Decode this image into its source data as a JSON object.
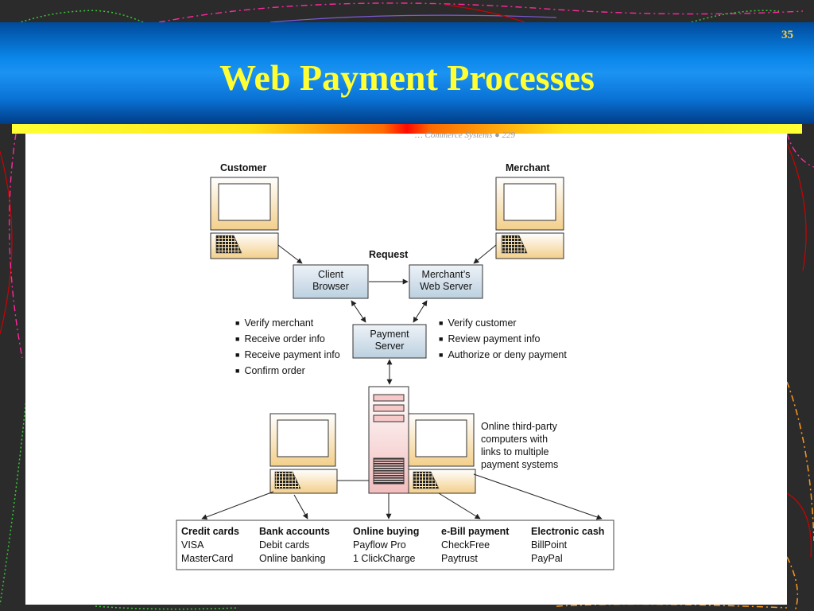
{
  "slide": {
    "number": "35",
    "title": "Web Payment Processes"
  },
  "diagram": {
    "scan_header_fragment": "… Commerce Systems ● 229",
    "customer_label": "Customer",
    "merchant_label": "Merchant",
    "request_label": "Request",
    "client_browser": [
      "Client",
      "Browser"
    ],
    "merchant_server": [
      "Merchant’s",
      "Web Server"
    ],
    "payment_server": [
      "Payment",
      "Server"
    ],
    "left_bullets": [
      "Verify merchant",
      "Receive order info",
      "Receive payment info",
      "Confirm order"
    ],
    "right_bullets": [
      "Verify customer",
      "Review payment info",
      "Authorize or deny payment"
    ],
    "third_party_note": [
      "Online third-party",
      "computers with",
      "links to multiple",
      "payment systems"
    ],
    "payment_systems": [
      {
        "heading": "Credit cards",
        "items": [
          "VISA",
          "MasterCard"
        ]
      },
      {
        "heading": "Bank accounts",
        "items": [
          "Debit cards",
          "Online banking"
        ]
      },
      {
        "heading": "Online buying",
        "items": [
          "Payflow Pro",
          "1 ClickCharge"
        ]
      },
      {
        "heading": "e-Bill payment",
        "items": [
          "CheckFree",
          "Paytrust"
        ]
      },
      {
        "heading": "Electronic cash",
        "items": [
          "BillPoint",
          "PayPal"
        ]
      }
    ],
    "colors": {
      "computer_body": "#fbe3b0",
      "server_box": "#d6e3ee",
      "tower_body": "#f6c8c8"
    }
  }
}
